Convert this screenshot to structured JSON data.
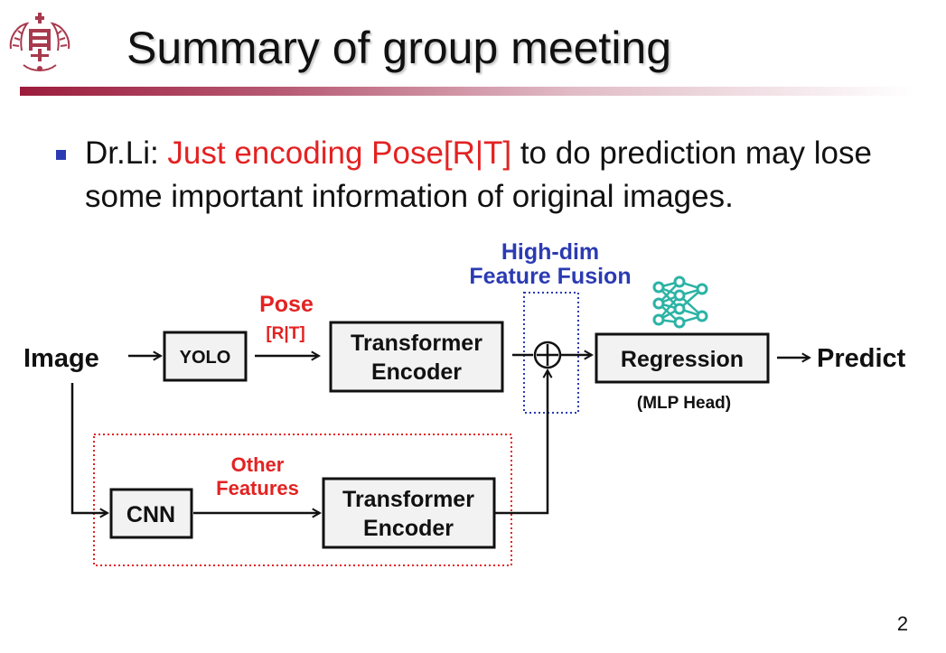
{
  "slide": {
    "title": "Summary of group meeting",
    "page_number": "2"
  },
  "bullet": {
    "prefix": "Dr.Li: ",
    "highlight": "Just encoding Pose[R|T]",
    "rest": " to do prediction may lose some important information of original images."
  },
  "diagram": {
    "input_label": "Image",
    "output_label": "Predict",
    "yolo": "YOLO",
    "cnn": "CNN",
    "transformer_top": [
      "Transformer",
      "Encoder"
    ],
    "transformer_bottom": [
      "Transformer",
      "Encoder"
    ],
    "regression": "Regression",
    "mlp_head": "(MLP Head)",
    "pose_label": "Pose",
    "pose_sub": "[R|T]",
    "other_features": [
      "Other",
      "Features"
    ],
    "fusion_label": [
      "High-dim",
      "Feature Fusion"
    ],
    "colors": {
      "pose": "#e32222",
      "other_features_box": "#e32222",
      "fusion": "#2b3bb3",
      "neural_net_icon": "#2bb3a5",
      "box_fill": "#f2f2f2",
      "accent_bar": "#9c1c3c"
    },
    "icons": [
      "university-seal-icon",
      "plus-circle-icon",
      "neural-network-icon"
    ]
  }
}
